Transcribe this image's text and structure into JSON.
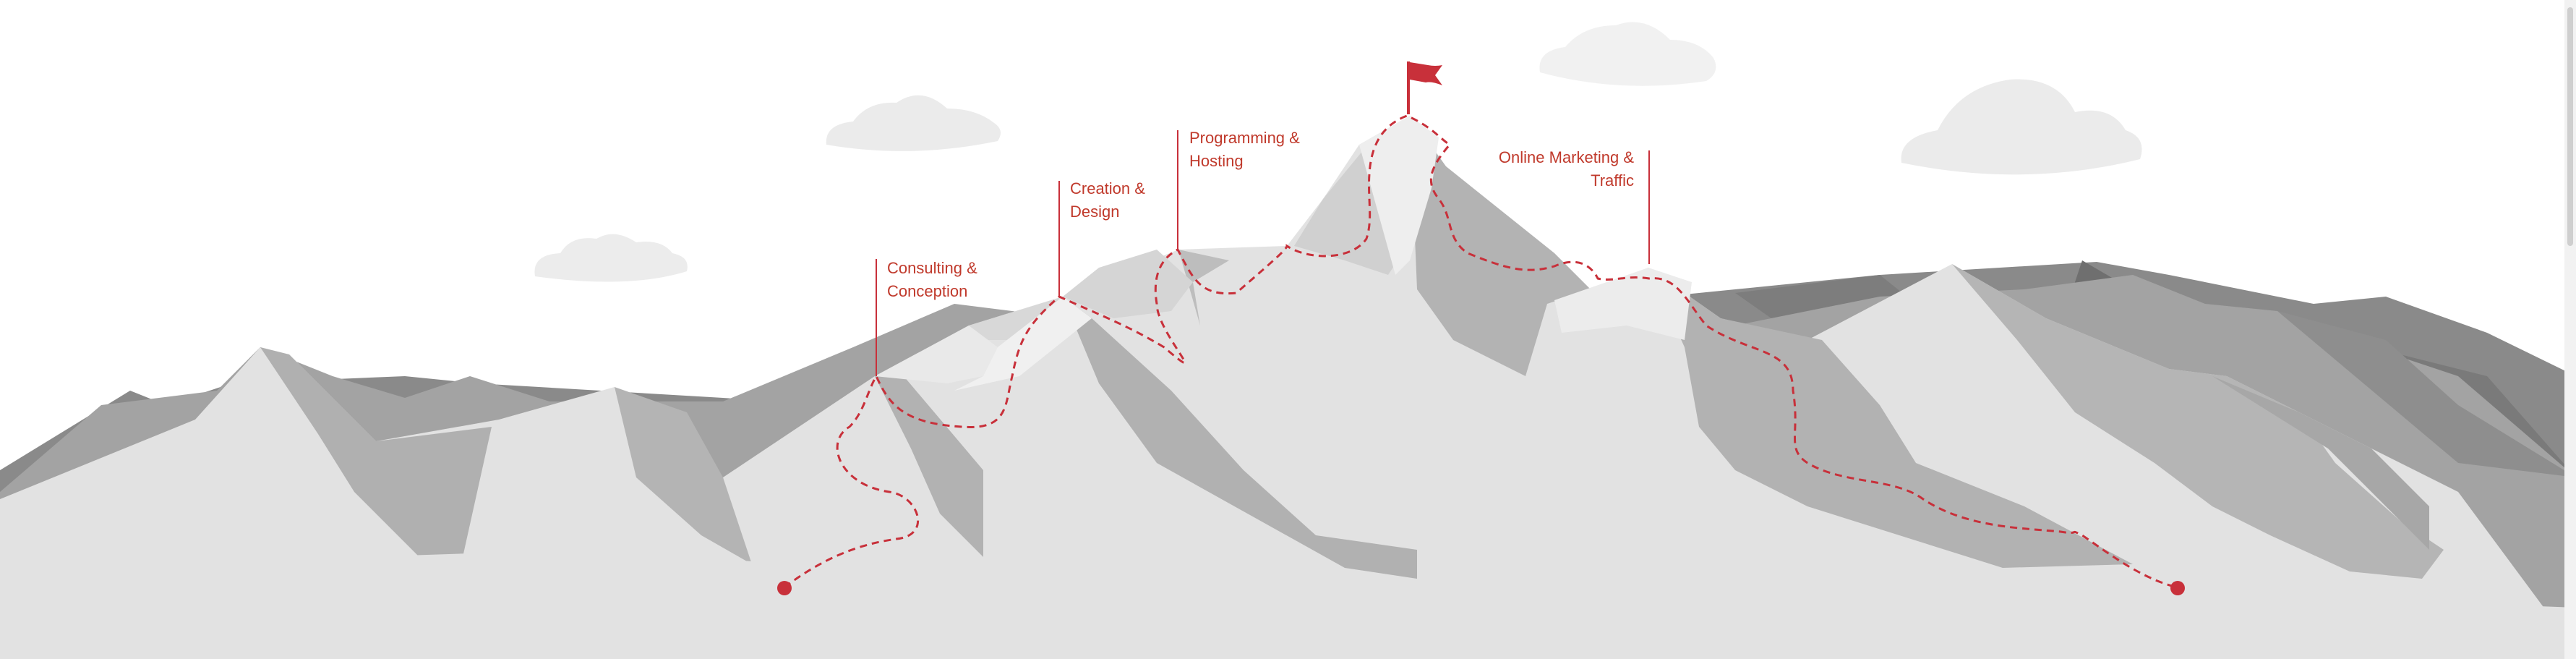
{
  "stages": [
    {
      "id": "consulting",
      "lines": [
        "Consulting &",
        "Conception"
      ]
    },
    {
      "id": "creation",
      "lines": [
        "Creation &",
        "Design"
      ]
    },
    {
      "id": "programming",
      "lines": [
        "Programming &",
        "Hosting"
      ]
    },
    {
      "id": "marketing",
      "lines": [
        "Online Marketing &",
        "Traffic"
      ]
    }
  ],
  "colors": {
    "accent": "#c8303a",
    "label": "#c0392b",
    "mountain_light": "#e3e3e3",
    "mountain_mid": "#b3b3b3",
    "mountain_dark": "#8a8a8a",
    "cloud": "#ececec"
  },
  "icons": {
    "summit_flag": "flag-icon",
    "start_marker": "start-dot-icon",
    "end_marker": "end-dot-icon"
  }
}
